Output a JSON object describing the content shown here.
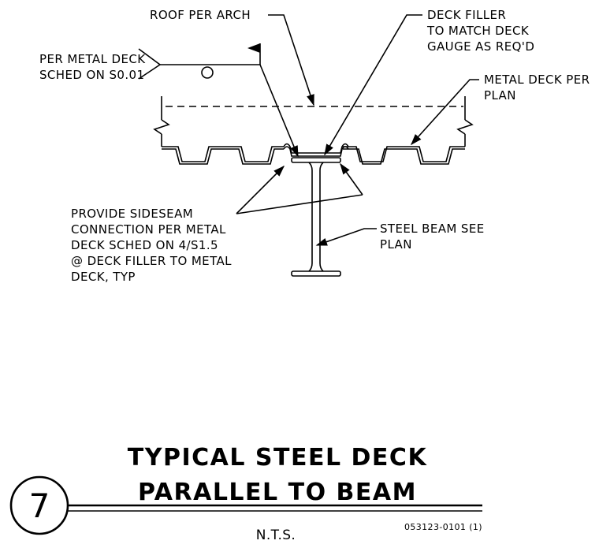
{
  "labels": {
    "roof": "ROOF PER ARCH",
    "deck_filler": [
      "DECK FILLER",
      "TO MATCH DECK",
      "GAUGE AS REQ'D"
    ],
    "per_metal_deck": [
      "PER METAL DECK",
      "SCHED ON S0.01"
    ],
    "metal_deck": [
      "METAL DECK PER",
      "PLAN"
    ],
    "sideseam": [
      "PROVIDE SIDESEAM",
      "CONNECTION PER METAL",
      "DECK SCHED ON 4/S1.5",
      "@ DECK FILLER TO METAL",
      "DECK, TYP"
    ],
    "steel_beam": [
      "STEEL BEAM SEE",
      "PLAN"
    ]
  },
  "title": [
    "TYPICAL STEEL DECK",
    "PARALLEL TO BEAM"
  ],
  "detail_number": "7",
  "scale": "N.T.S.",
  "reference": "053123-0101 (1)"
}
